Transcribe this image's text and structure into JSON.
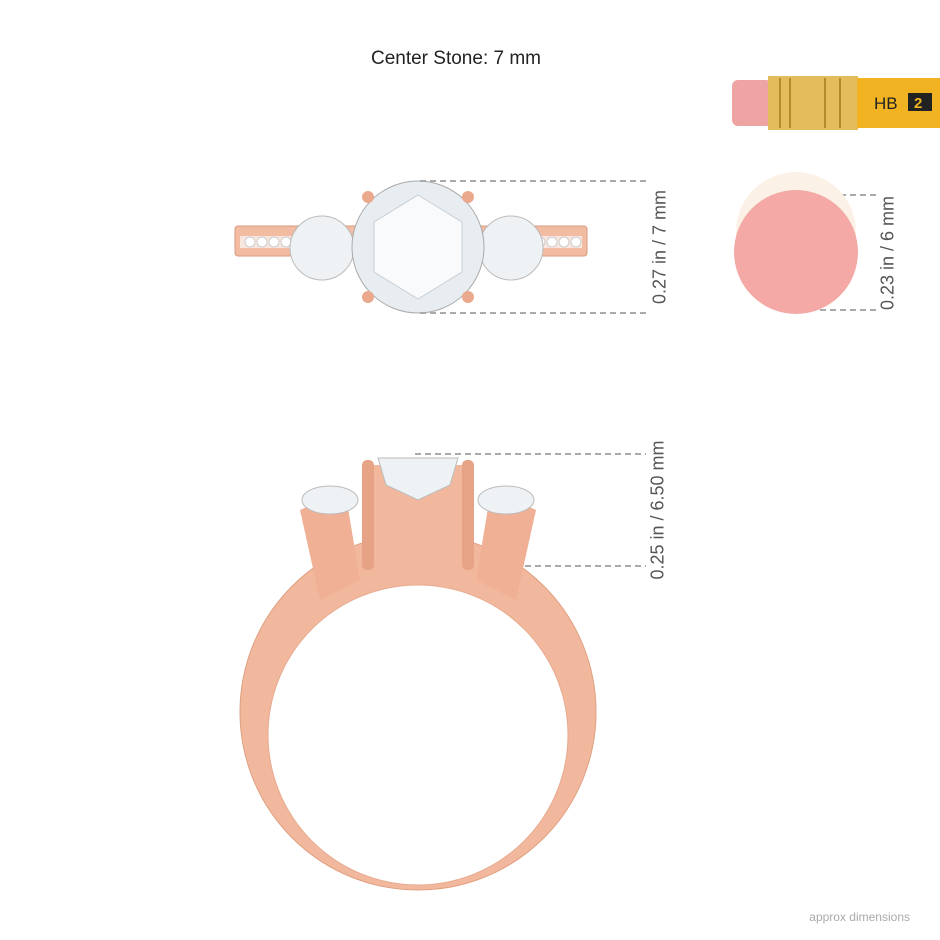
{
  "title": "Center Stone: 7 mm",
  "dimensions": {
    "top_view": "0.27 in / 7 mm",
    "eraser": "0.23 in / 6 mm",
    "side_view": "0.25 in / 6.50 mm"
  },
  "pencil": {
    "grade": "HB",
    "number": "2"
  },
  "footer": "approx dimensions",
  "colors": {
    "metal": "#f0b49a",
    "eraser": "#f4a9a6",
    "pencil": "#f1b321",
    "dash": "#aaaaaa"
  }
}
